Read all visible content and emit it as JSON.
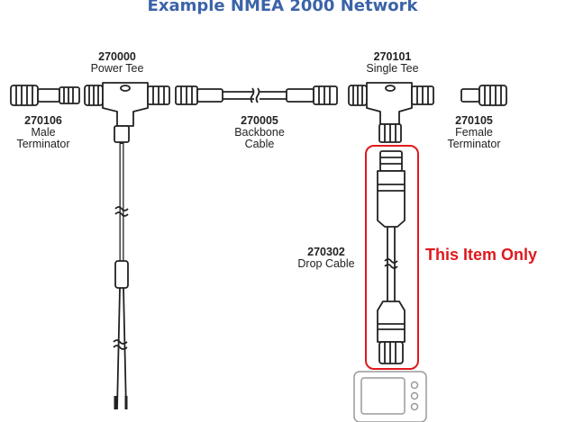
{
  "title": "Example NMEA 2000 Network",
  "parts": {
    "power_tee": {
      "part_number": "270000",
      "name_lines": [
        "Power Tee"
      ]
    },
    "single_tee": {
      "part_number": "270101",
      "name_lines": [
        "Single Tee"
      ]
    },
    "male_terminator": {
      "part_number": "270106",
      "name_lines": [
        "Male",
        "Terminator"
      ]
    },
    "backbone_cable": {
      "part_number": "270005",
      "name_lines": [
        "Backbone",
        "Cable"
      ]
    },
    "female_terminator": {
      "part_number": "270105",
      "name_lines": [
        "Female",
        "Terminator"
      ]
    },
    "drop_cable": {
      "part_number": "270302",
      "name_lines": [
        "Drop Cable"
      ]
    }
  },
  "callout": {
    "text": "This Item Only",
    "color": "#e0191e"
  },
  "colors": {
    "title": "#3b63a8",
    "line": "#222222",
    "display": "#9a9a9a"
  }
}
